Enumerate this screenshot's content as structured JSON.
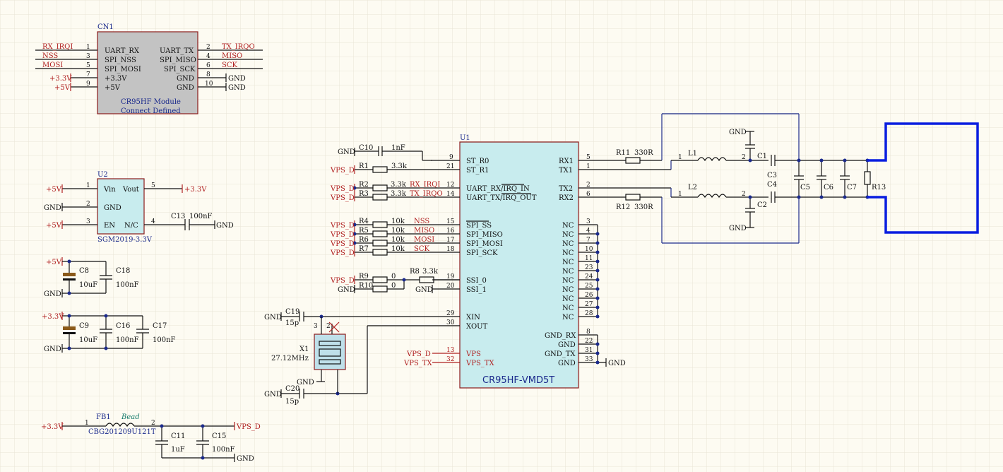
{
  "cn1": {
    "ref": "CN1",
    "name": "CR95HF Module",
    "sub": "Connect Defined",
    "left_pins": [
      {
        "num": "1",
        "pin": "UART_RX",
        "net": "RX_IRQI"
      },
      {
        "num": "3",
        "pin": "SPI_NSS",
        "net": "NSS"
      },
      {
        "num": "5",
        "pin": "SPI_MOSI",
        "net": "MOSI"
      },
      {
        "num": "7",
        "pin": "+3.3V",
        "net": "+3.3V"
      },
      {
        "num": "9",
        "pin": "+5V",
        "net": "+5V"
      }
    ],
    "right_pins": [
      {
        "num": "2",
        "pin": "UART_TX",
        "net": "TX_IRQO"
      },
      {
        "num": "4",
        "pin": "SPI_MISO",
        "net": "MISO"
      },
      {
        "num": "6",
        "pin": "SPI_SCK",
        "net": "SCK"
      },
      {
        "num": "8",
        "pin": "GND",
        "net": "GND"
      },
      {
        "num": "10",
        "pin": "GND",
        "net": "GND"
      }
    ]
  },
  "u2": {
    "ref": "U2",
    "name": "SGM2019-3.3V",
    "pins": [
      {
        "num": "1",
        "pin": "Vin",
        "net": "+5V"
      },
      {
        "num": "2",
        "pin": "GND",
        "net": "GND"
      },
      {
        "num": "3",
        "pin": "EN",
        "net": "+5V"
      },
      {
        "num": "4",
        "pin": "N/C"
      },
      {
        "num": "5",
        "pin": "Vout",
        "net": "+3.3V"
      }
    ],
    "cap": {
      "ref": "C13",
      "value": "100nF",
      "net": "GND"
    }
  },
  "pwr5": {
    "net": "+5V",
    "gnd": "GND",
    "caps": [
      {
        "ref": "C8",
        "value": "10uF"
      },
      {
        "ref": "C18",
        "value": "100nF"
      }
    ]
  },
  "pwr33": {
    "net": "+3.3V",
    "gnd": "GND",
    "caps": [
      {
        "ref": "C9",
        "value": "10uF"
      },
      {
        "ref": "C16",
        "value": "100nF"
      },
      {
        "ref": "C17",
        "value": "100nF"
      }
    ]
  },
  "fb": {
    "net": "+3.3V",
    "ref": "FB1",
    "type": "Bead",
    "part": "CBG201209U121T",
    "pin1": "1",
    "pin2": "2",
    "out": "VPS_D",
    "gnd": "GND",
    "caps": [
      {
        "ref": "C11",
        "value": "1uF"
      },
      {
        "ref": "C15",
        "value": "100nF"
      }
    ]
  },
  "u1": {
    "ref": "U1",
    "name": "CR95HF-VMD5T",
    "left_pins": [
      {
        "num": "9",
        "pin": "ST_R0"
      },
      {
        "num": "21",
        "pin": "ST_R1"
      },
      {
        "num": "12",
        "pin": "UART_RX/IRQ_IN"
      },
      {
        "num": "14",
        "pin": "UART_TX/IRQ_OUT"
      },
      {
        "num": "15",
        "pin": "SPI_SS"
      },
      {
        "num": "16",
        "pin": "SPI_MISO"
      },
      {
        "num": "17",
        "pin": "SPI_MOSI"
      },
      {
        "num": "18",
        "pin": "SPI_SCK"
      },
      {
        "num": "19",
        "pin": "SSI_0"
      },
      {
        "num": "20",
        "pin": "SSI_1"
      },
      {
        "num": "29",
        "pin": "XIN"
      },
      {
        "num": "30",
        "pin": "XOUT"
      },
      {
        "num": "13",
        "pin": "VPS"
      },
      {
        "num": "32",
        "pin": "VPS_TX"
      }
    ],
    "right_pins": [
      {
        "num": "5",
        "pin": "RX1"
      },
      {
        "num": "1",
        "pin": "TX1"
      },
      {
        "num": "2",
        "pin": "TX2"
      },
      {
        "num": "6",
        "pin": "RX2"
      },
      {
        "num": "3",
        "pin": "NC"
      },
      {
        "num": "4",
        "pin": "NC"
      },
      {
        "num": "7",
        "pin": "NC"
      },
      {
        "num": "10",
        "pin": "NC"
      },
      {
        "num": "11",
        "pin": "NC"
      },
      {
        "num": "23",
        "pin": "NC"
      },
      {
        "num": "24",
        "pin": "NC"
      },
      {
        "num": "25",
        "pin": "NC"
      },
      {
        "num": "26",
        "pin": "NC"
      },
      {
        "num": "27",
        "pin": "NC"
      },
      {
        "num": "28",
        "pin": "NC"
      },
      {
        "num": "8",
        "pin": "GND_RX"
      },
      {
        "num": "22",
        "pin": "GND"
      },
      {
        "num": "31",
        "pin": "GND_TX"
      },
      {
        "num": "33",
        "pin": "GND"
      }
    ],
    "gnd_net": "GND"
  },
  "left_parts": {
    "c10": {
      "ref": "C10",
      "value": "1nF",
      "net": "GND"
    },
    "r1": {
      "ref": "R1",
      "value": "3.3k",
      "net": "VPS_D"
    },
    "r2": {
      "ref": "R2",
      "value": "3.3k",
      "net": "VPS_D",
      "label": "RX_IRQI"
    },
    "r3": {
      "ref": "R3",
      "value": "3.3k",
      "net": "VPS_D",
      "label": "TX_IRQO"
    },
    "r4": {
      "ref": "R4",
      "value": "10k",
      "net": "VPS_D",
      "label": "NSS"
    },
    "r5": {
      "ref": "R5",
      "value": "10k",
      "net": "VPS_D",
      "label": "MISO"
    },
    "r6": {
      "ref": "R6",
      "value": "10k",
      "net": "VPS_D",
      "label": "MOSI"
    },
    "r7": {
      "ref": "R7",
      "value": "10k",
      "net": "VPS_D",
      "label": "SCK"
    },
    "r9": {
      "ref": "R9",
      "value": "0",
      "net": "VPS_D"
    },
    "r10": {
      "ref": "R10",
      "value": "0",
      "net": "GND"
    },
    "r8": {
      "ref": "R8",
      "value": "3.3k",
      "net": "GND"
    },
    "c19": {
      "ref": "C19",
      "value": "15p",
      "net": "GND"
    },
    "c20": {
      "ref": "C20",
      "value": "15p",
      "net": "GND"
    },
    "x1": {
      "ref": "X1",
      "value": "27.12MHz",
      "pin3": "3",
      "pin2": "2",
      "gnd": "GND"
    },
    "vps_d": "VPS_D",
    "vps_tx": "VPS_TX"
  },
  "rf": {
    "r11": {
      "ref": "R11",
      "value": "330R"
    },
    "r12": {
      "ref": "R12",
      "value": "330R"
    },
    "l1": {
      "ref": "L1",
      "p1": "1",
      "p2": "2"
    },
    "l2": {
      "ref": "L2",
      "p1": "1",
      "p2": "2"
    },
    "caps": [
      "C1",
      "C2",
      "C3",
      "C4",
      "C5",
      "C6",
      "C7"
    ],
    "r13": "R13",
    "gnd": "GND"
  }
}
